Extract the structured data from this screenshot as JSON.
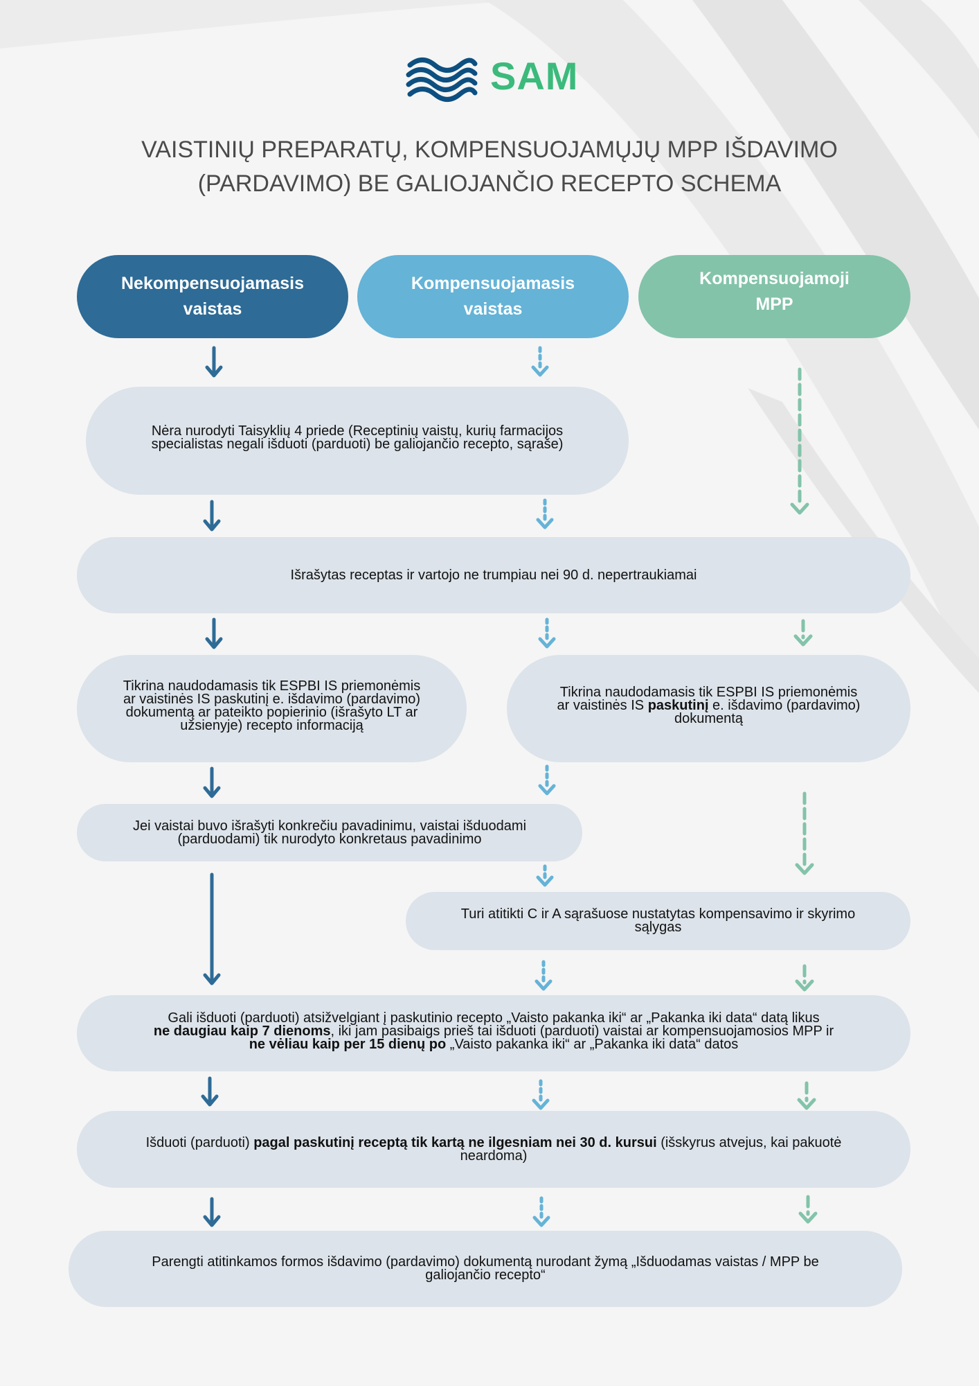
{
  "logo": {
    "text": "SAM",
    "icon": "wave-logo-icon",
    "color": "#3bba7c"
  },
  "title": {
    "line1": "VAISTINIŲ PREPARATŲ, KOMPENSUOJAMŲJŲ MPP IŠDAVIMO",
    "line2": "(PARDAVIMO) BE GALIOJANČIO RECEPTO SCHEMA"
  },
  "colors": {
    "dark_blue": "#2e6b96",
    "light_blue": "#65b3d7",
    "green": "#83c3aa",
    "box_bg": "#dce3ea"
  },
  "categories": [
    {
      "line1": "Nekompensuojamasis",
      "line2": "vaistas"
    },
    {
      "line1": "Kompensuojamasis",
      "line2": "vaistas"
    },
    {
      "line1": "Kompensuojamoji",
      "line2": "MPP"
    }
  ],
  "steps": {
    "not_listed": {
      "line1": "Nėra nurodyti Taisyklių 4 priede (Receptinių vaistų, kurių farmacijos",
      "line2": "specialistas negali išduoti (parduoti) be galiojančio recepto, sąraše)"
    },
    "prescription_90d": {
      "line1": "Išrašytas receptas ir vartojo ne trumpiau nei 90 d. nepertraukiamai"
    },
    "check_left": {
      "line1": "Tikrina naudodamasis tik ESPBI IS priemonėmis",
      "line2": "ar vaistinės IS paskutinį e. išdavimo (pardavimo)",
      "line3": "dokumentą ar pateikto popierinio (išrašyto LT ar",
      "line4": "užsienyje) recepto informaciją"
    },
    "check_right": {
      "line1": "Tikrina naudodamasis tik ESPBI IS priemonėmis",
      "line2_pre": "ar vaistinės IS ",
      "line2_bold": "paskutinį",
      "line2_post": " e. išdavimo (pardavimo)",
      "line3": "dokumentą"
    },
    "specific_name": {
      "line1": "Jei vaistai buvo išrašyti konkrečiu pavadinimu, vaistai išduodami",
      "line2": "(parduodami) tik nurodyto konkretaus pavadinimo"
    },
    "lists_c_a": {
      "line1": "Turi atitikti C ir A sąrašuose nustatytas kompensavimo ir skyrimo",
      "line2": "sąlygas"
    },
    "timing": {
      "line1": "Gali išduoti (parduoti) atsižvelgiant į paskutinio recepto „Vaisto pakanka iki“ ar „Pakanka iki data“ datą likus",
      "line2_bold": "ne daugiau kaip 7 dienoms",
      "line2_post": ", iki jam pasibaigs prieš tai išduoti (parduoti) vaistai ar kompensuojamosios MPP ir",
      "line3_bold": "ne vėliau kaip per 15 dienų po",
      "line3_post": " „Vaisto pakanka iki“ ar „Pakanka iki data“ datos"
    },
    "dispense_30d": {
      "line1_pre": "Išduoti (parduoti) ",
      "line1_bold": "pagal paskutinį receptą tik kartą ne ilgesniam nei 30 d. kursui",
      "line1_post": " (išskyrus atvejus, kai pakuotė",
      "line2": "neardoma)"
    },
    "document": {
      "line1": "Parengti atitinkamos formos išdavimo (pardavimo) dokumentą nurodant žymą „Išduodamas vaistas / MPP be",
      "line2": "galiojančio recepto“"
    }
  }
}
